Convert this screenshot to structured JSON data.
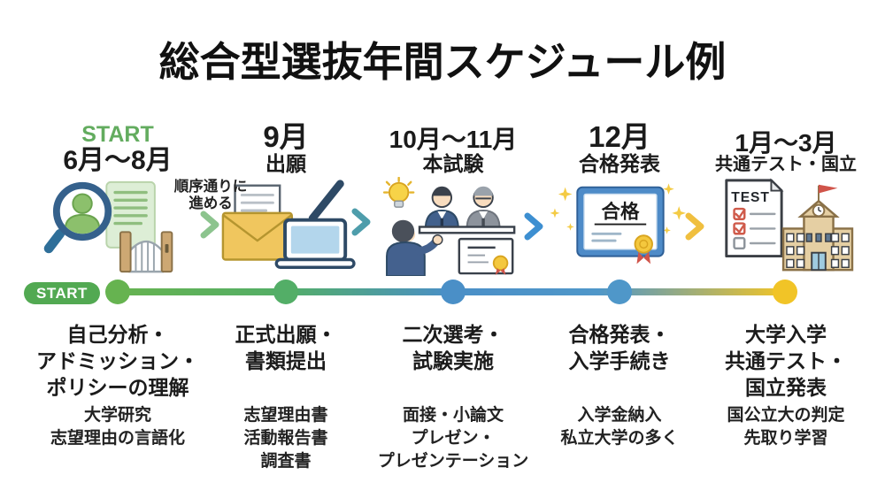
{
  "title": "総合型選抜年間スケジュール例",
  "annotation": "順序通りに\n進める",
  "timeline": {
    "start_badge": "START"
  },
  "stages": [
    {
      "label_top": "START",
      "label_bottom": "6月〜8月",
      "heading": "自己分析・\nアドミッション・\nポリシーの理解",
      "description": "大学研究\n志望理由の言語化",
      "icon": "magnifier-research-icon"
    },
    {
      "label_top": "9月",
      "label_bottom": "出願",
      "heading": "正式出願・\n書類提出",
      "description": "志望理由書\n活動報告書\n調査書",
      "icon": "envelope-laptop-icon"
    },
    {
      "label_top": "10月〜11月",
      "label_bottom": "本試験",
      "heading": "二次選考・\n試験実施",
      "description": "面接・小論文\nプレゼン・\nプレゼンテーション",
      "icon": "interview-exam-icon"
    },
    {
      "label_top": "12月",
      "label_bottom": "合格発表",
      "heading": "合格発表・\n入学手続き",
      "description": "入学金納入\n私立大学の多く",
      "icon": "certificate-pass-icon"
    },
    {
      "label_top": "1月〜3月",
      "label_bottom": "共通テスト・国立",
      "heading": "大学入学\n共通テスト・\n国立発表",
      "description": "国公立大の判定\n先取り学習",
      "icon": "test-school-icon"
    }
  ],
  "icon_labels": {
    "certificate_text": "合格",
    "test_paper_text": "TEST"
  },
  "colors": {
    "start_text_green": "#63ac5f",
    "start_pill_green": "#52a952",
    "dot1_green": "#66b350",
    "dot2_green": "#53ae67",
    "dot3_blue": "#4a8fc7",
    "dot4_blue": "#4f97c9",
    "dot5_yellow": "#f1c427",
    "chevron_green": "#8cc48e",
    "chevron_teal": "#4e9dab",
    "chevron_blue": "#3d8fd1",
    "chevron_yellow": "#f0bf3f"
  }
}
